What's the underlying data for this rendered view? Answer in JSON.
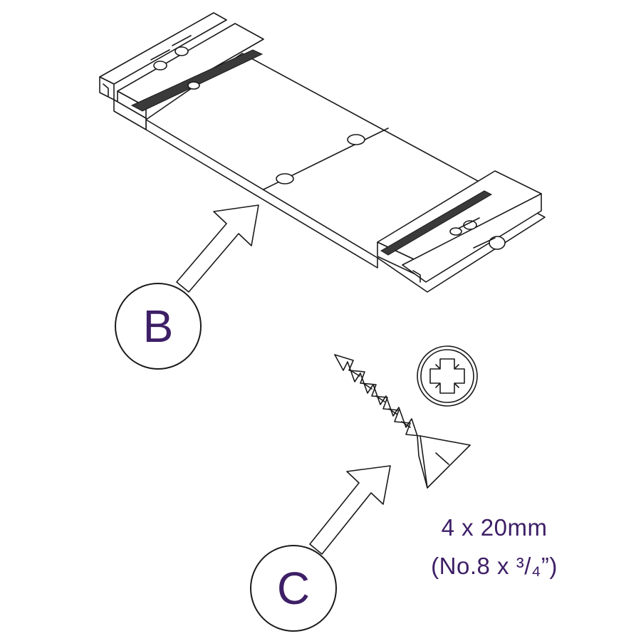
{
  "callouts": {
    "b_letter": "B",
    "c_letter": "C"
  },
  "screw_spec": {
    "metric": "4 x 20mm",
    "imperial": "(No.8 x ³/₄”)"
  },
  "colors": {
    "label_color": "#3d1f66",
    "line_color": "#1a1a1a"
  },
  "icons": [
    "mounting-plate-illustration",
    "arrow-icon",
    "screw-illustration",
    "pozidriv-head-icon"
  ]
}
